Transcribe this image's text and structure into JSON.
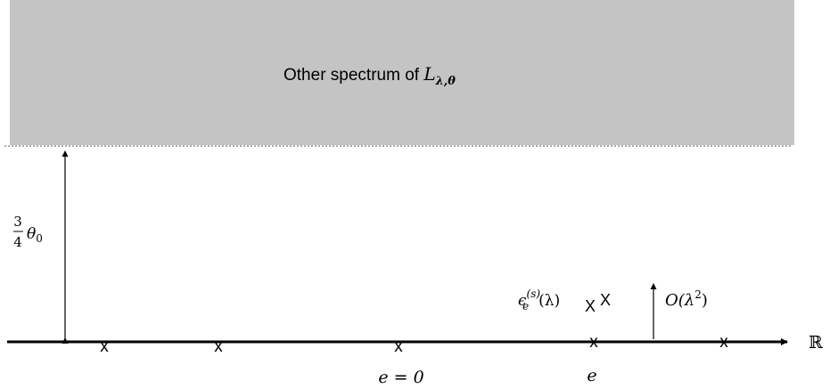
{
  "spectrum_region": {
    "label_prefix": "Other spectrum of ",
    "operator_symbol": "L",
    "operator_subscript": "λ,θ",
    "fill_color": "#c4c4c4"
  },
  "gap": {
    "fraction_numerator": "3",
    "fraction_denominator": "4",
    "symbol": "θ",
    "subscript": "0"
  },
  "perturbation": {
    "epsilon_symbol": "ϵ",
    "epsilon_subscript": "e",
    "epsilon_superscript": "(s)",
    "epsilon_argument": "(λ)",
    "order_text_prefix": "O(λ",
    "order_exponent": "2",
    "order_text_suffix": ")"
  },
  "axis": {
    "real_symbol": "ℝ",
    "origin_label": "e = 0",
    "eigenvalue_label": "e",
    "marker_glyph": "x",
    "perturbed_marker_glyph": "X"
  }
}
